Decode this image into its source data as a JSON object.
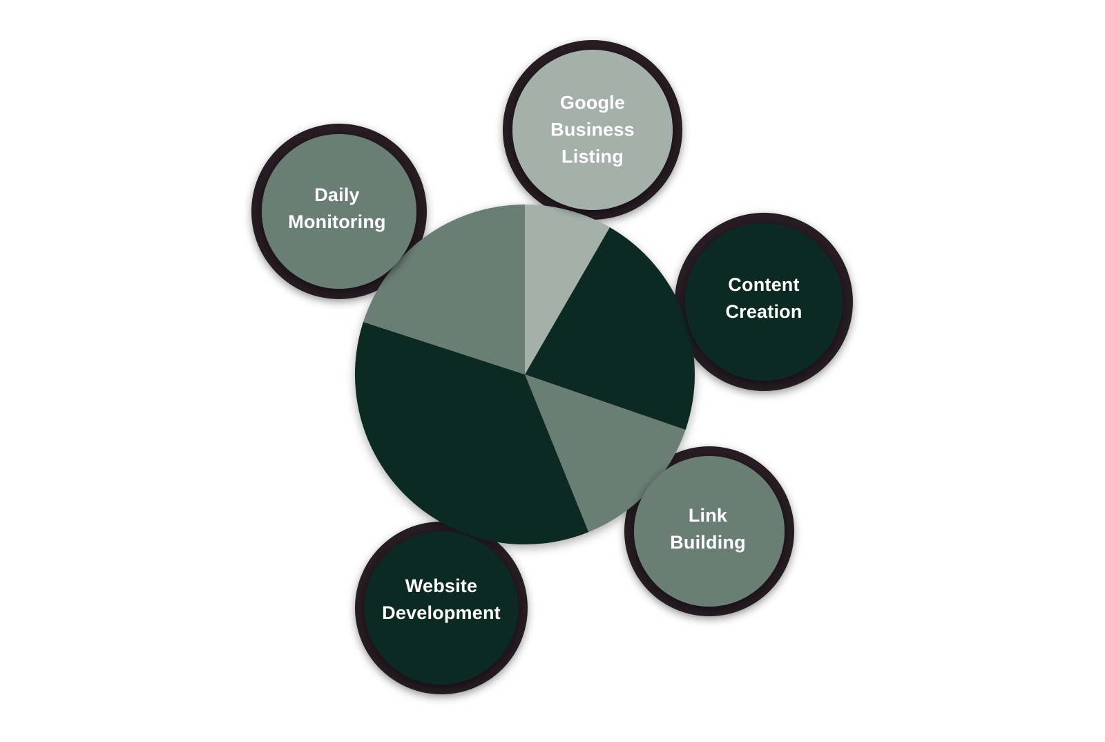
{
  "background": "#ffffff",
  "colors": {
    "light_sage": "#a5b0ab",
    "medium_sage": "#6b7e76",
    "dark_green": "#0c2b22",
    "ring_black": "#251f20",
    "label_text": "#ffffff"
  },
  "chart_data": {
    "type": "pie",
    "title": "",
    "legend": "none",
    "categories": [
      "Google Business Listing",
      "Content Creation",
      "Link Building",
      "Website Development",
      "Daily Monitoring"
    ],
    "values": [
      8,
      22,
      14,
      36,
      20
    ],
    "value_unit": "percent-estimated-from-wedge-angles",
    "slices": [
      {
        "label": "Google Business Listing",
        "start_deg_from_12": 0,
        "end_deg_from_12": 30,
        "pct_est": 8,
        "color": "#a5b0ab"
      },
      {
        "label": "Content Creation",
        "start_deg_from_12": 30,
        "end_deg_from_12": 109,
        "pct_est": 22,
        "color": "#0c2b22"
      },
      {
        "label": "Link Building",
        "start_deg_from_12": 109,
        "end_deg_from_12": 158,
        "pct_est": 14,
        "color": "#6b7e76"
      },
      {
        "label": "Website Development",
        "start_deg_from_12": 158,
        "end_deg_from_12": 288,
        "pct_est": 36,
        "color": "#0c2b22"
      },
      {
        "label": "Daily Monitoring",
        "start_deg_from_12": 288,
        "end_deg_from_12": 360,
        "pct_est": 20,
        "color": "#6b7e76"
      }
    ],
    "colors": [
      "#a5b0ab",
      "#0c2b22",
      "#6b7e76",
      "#0c2b22",
      "#6b7e76"
    ]
  },
  "bubbles": [
    {
      "id": "google-business",
      "label": "Google\nBusiness\nListing",
      "color": "#a5b0ab"
    },
    {
      "id": "daily-monitoring",
      "label": "Daily\nMonitoring",
      "color": "#6b7e76"
    },
    {
      "id": "content-creation",
      "label": "Content\nCreation",
      "color": "#0c2b22"
    },
    {
      "id": "link-building",
      "label": "Link\nBuilding",
      "color": "#6b7e76"
    },
    {
      "id": "website-development",
      "label": "Website\nDevelopment",
      "color": "#0c2b22"
    }
  ]
}
